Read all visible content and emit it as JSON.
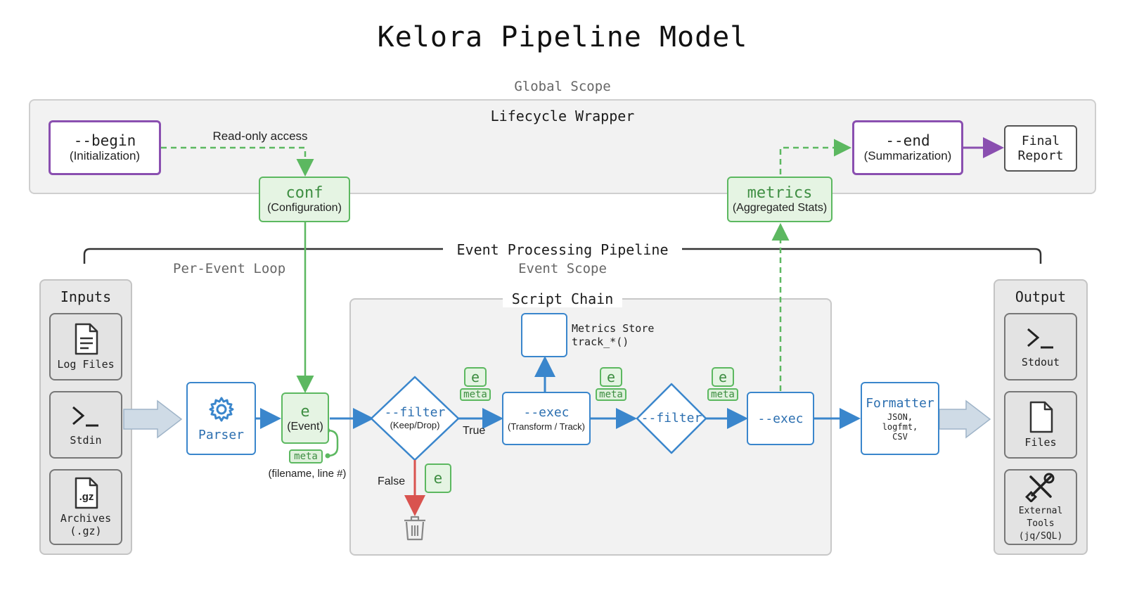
{
  "title": "Kelora Pipeline Model",
  "scopes": {
    "global": "Global Scope",
    "lifecycle": "Lifecycle Wrapper",
    "pipeline": "Event Processing Pipeline",
    "per_event_loop": "Per-Event Loop",
    "event_scope": "Event Scope",
    "script_chain": "Script Chain"
  },
  "lifecycle": {
    "begin": {
      "name": "--begin",
      "desc": "(Initialization)"
    },
    "read_only": "Read-only access",
    "end": {
      "name": "--end",
      "desc": "(Summarization)"
    },
    "final_report": [
      "Final",
      "Report"
    ]
  },
  "conf": {
    "name": "conf",
    "desc": "(Configuration)"
  },
  "metrics_doc": {
    "name": "metrics",
    "desc": "(Aggregated Stats)"
  },
  "inputs": {
    "title": "Inputs",
    "items": [
      {
        "icon": "file-icon",
        "label": "Log Files"
      },
      {
        "icon": "terminal-icon",
        "label": "Stdin"
      },
      {
        "icon": "gz-archive-icon",
        "icon_text": ".gz",
        "label": "Archives",
        "label2": "(.gz)"
      }
    ]
  },
  "output": {
    "title": "Output",
    "items": [
      {
        "icon": "terminal-icon",
        "label": "Stdout"
      },
      {
        "icon": "file-icon",
        "label": "Files"
      },
      {
        "icon": "tools-icon",
        "label": "External Tools",
        "label2": "(jq/SQL)"
      }
    ]
  },
  "parser": {
    "label": "Parser"
  },
  "event": {
    "name": "e",
    "desc": "(Event)",
    "meta": "meta",
    "meta_desc": "(filename, line #)"
  },
  "chain": {
    "filter1": {
      "name": "--filter",
      "desc": "(Keep/Drop)"
    },
    "true_label": "True",
    "false_label": "False",
    "exec1": {
      "name": "--exec",
      "desc": "(Transform / Track)"
    },
    "filter2": {
      "name": "--filter"
    },
    "exec2": {
      "name": "--exec"
    },
    "metrics_store": {
      "line1": "Metrics Store",
      "line2": "track_*()"
    },
    "chip_e": "e",
    "chip_meta": "meta"
  },
  "formatter": {
    "name": "Formatter",
    "formats": [
      "JSON,",
      "logfmt,",
      "CSV"
    ]
  },
  "colors": {
    "purple": "#8a4fb0",
    "green": "#5cb860",
    "blue": "#3a86cc",
    "red": "#d9534f",
    "grey": "#555555"
  }
}
